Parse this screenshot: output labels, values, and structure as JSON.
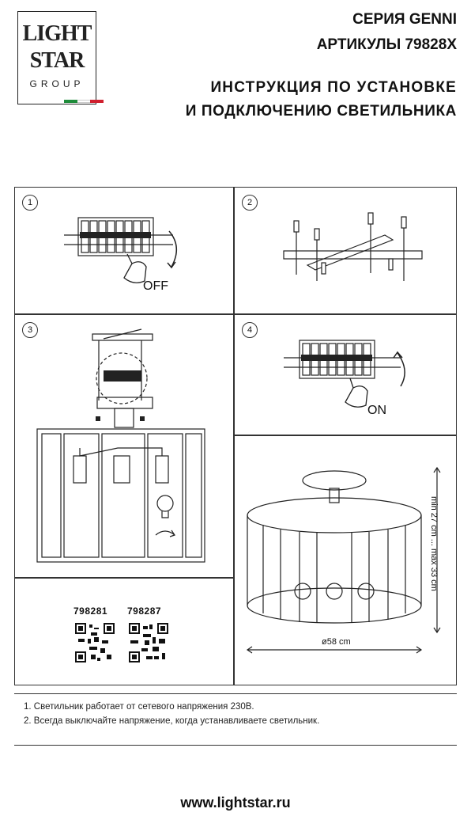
{
  "brand": {
    "logo_line1": "LIGHT",
    "logo_line2": "STAR",
    "logo_line3": "GROUP",
    "flag_colors": [
      "#1e8c3a",
      "#ffffff",
      "#d0202e"
    ]
  },
  "header": {
    "series": "СЕРИЯ GENNI",
    "articles": "АРТИКУЛЫ 79828X",
    "instruction_line1": "ИНСТРУКЦИЯ ПО УСТАНОВКЕ",
    "instruction_line2": "И ПОДКЛЮЧЕНИЮ СВЕТИЛЬНИКА"
  },
  "steps": [
    {
      "number": "1",
      "label": "OFF",
      "icon": "circuit-breaker-off-icon"
    },
    {
      "number": "2",
      "icon": "mounting-bracket-icon"
    },
    {
      "number": "3",
      "icon": "wiring-connection-icon"
    },
    {
      "number": "4",
      "label": "ON",
      "icon": "circuit-breaker-on-icon"
    }
  ],
  "dimensions": {
    "height": "min 27 cm ... max 33 cm",
    "diameter": "ø58 cm"
  },
  "articles_list": [
    {
      "code": "798281",
      "icon": "qr-code-icon"
    },
    {
      "code": "798287",
      "icon": "qr-code-icon"
    }
  ],
  "notes": [
    "1. Светильник работает от сетевого напряжения 230В.",
    "2. Всегда выключайте напряжение, когда устанавливаете светильник."
  ],
  "footer": {
    "website": "www.lightstar.ru"
  }
}
